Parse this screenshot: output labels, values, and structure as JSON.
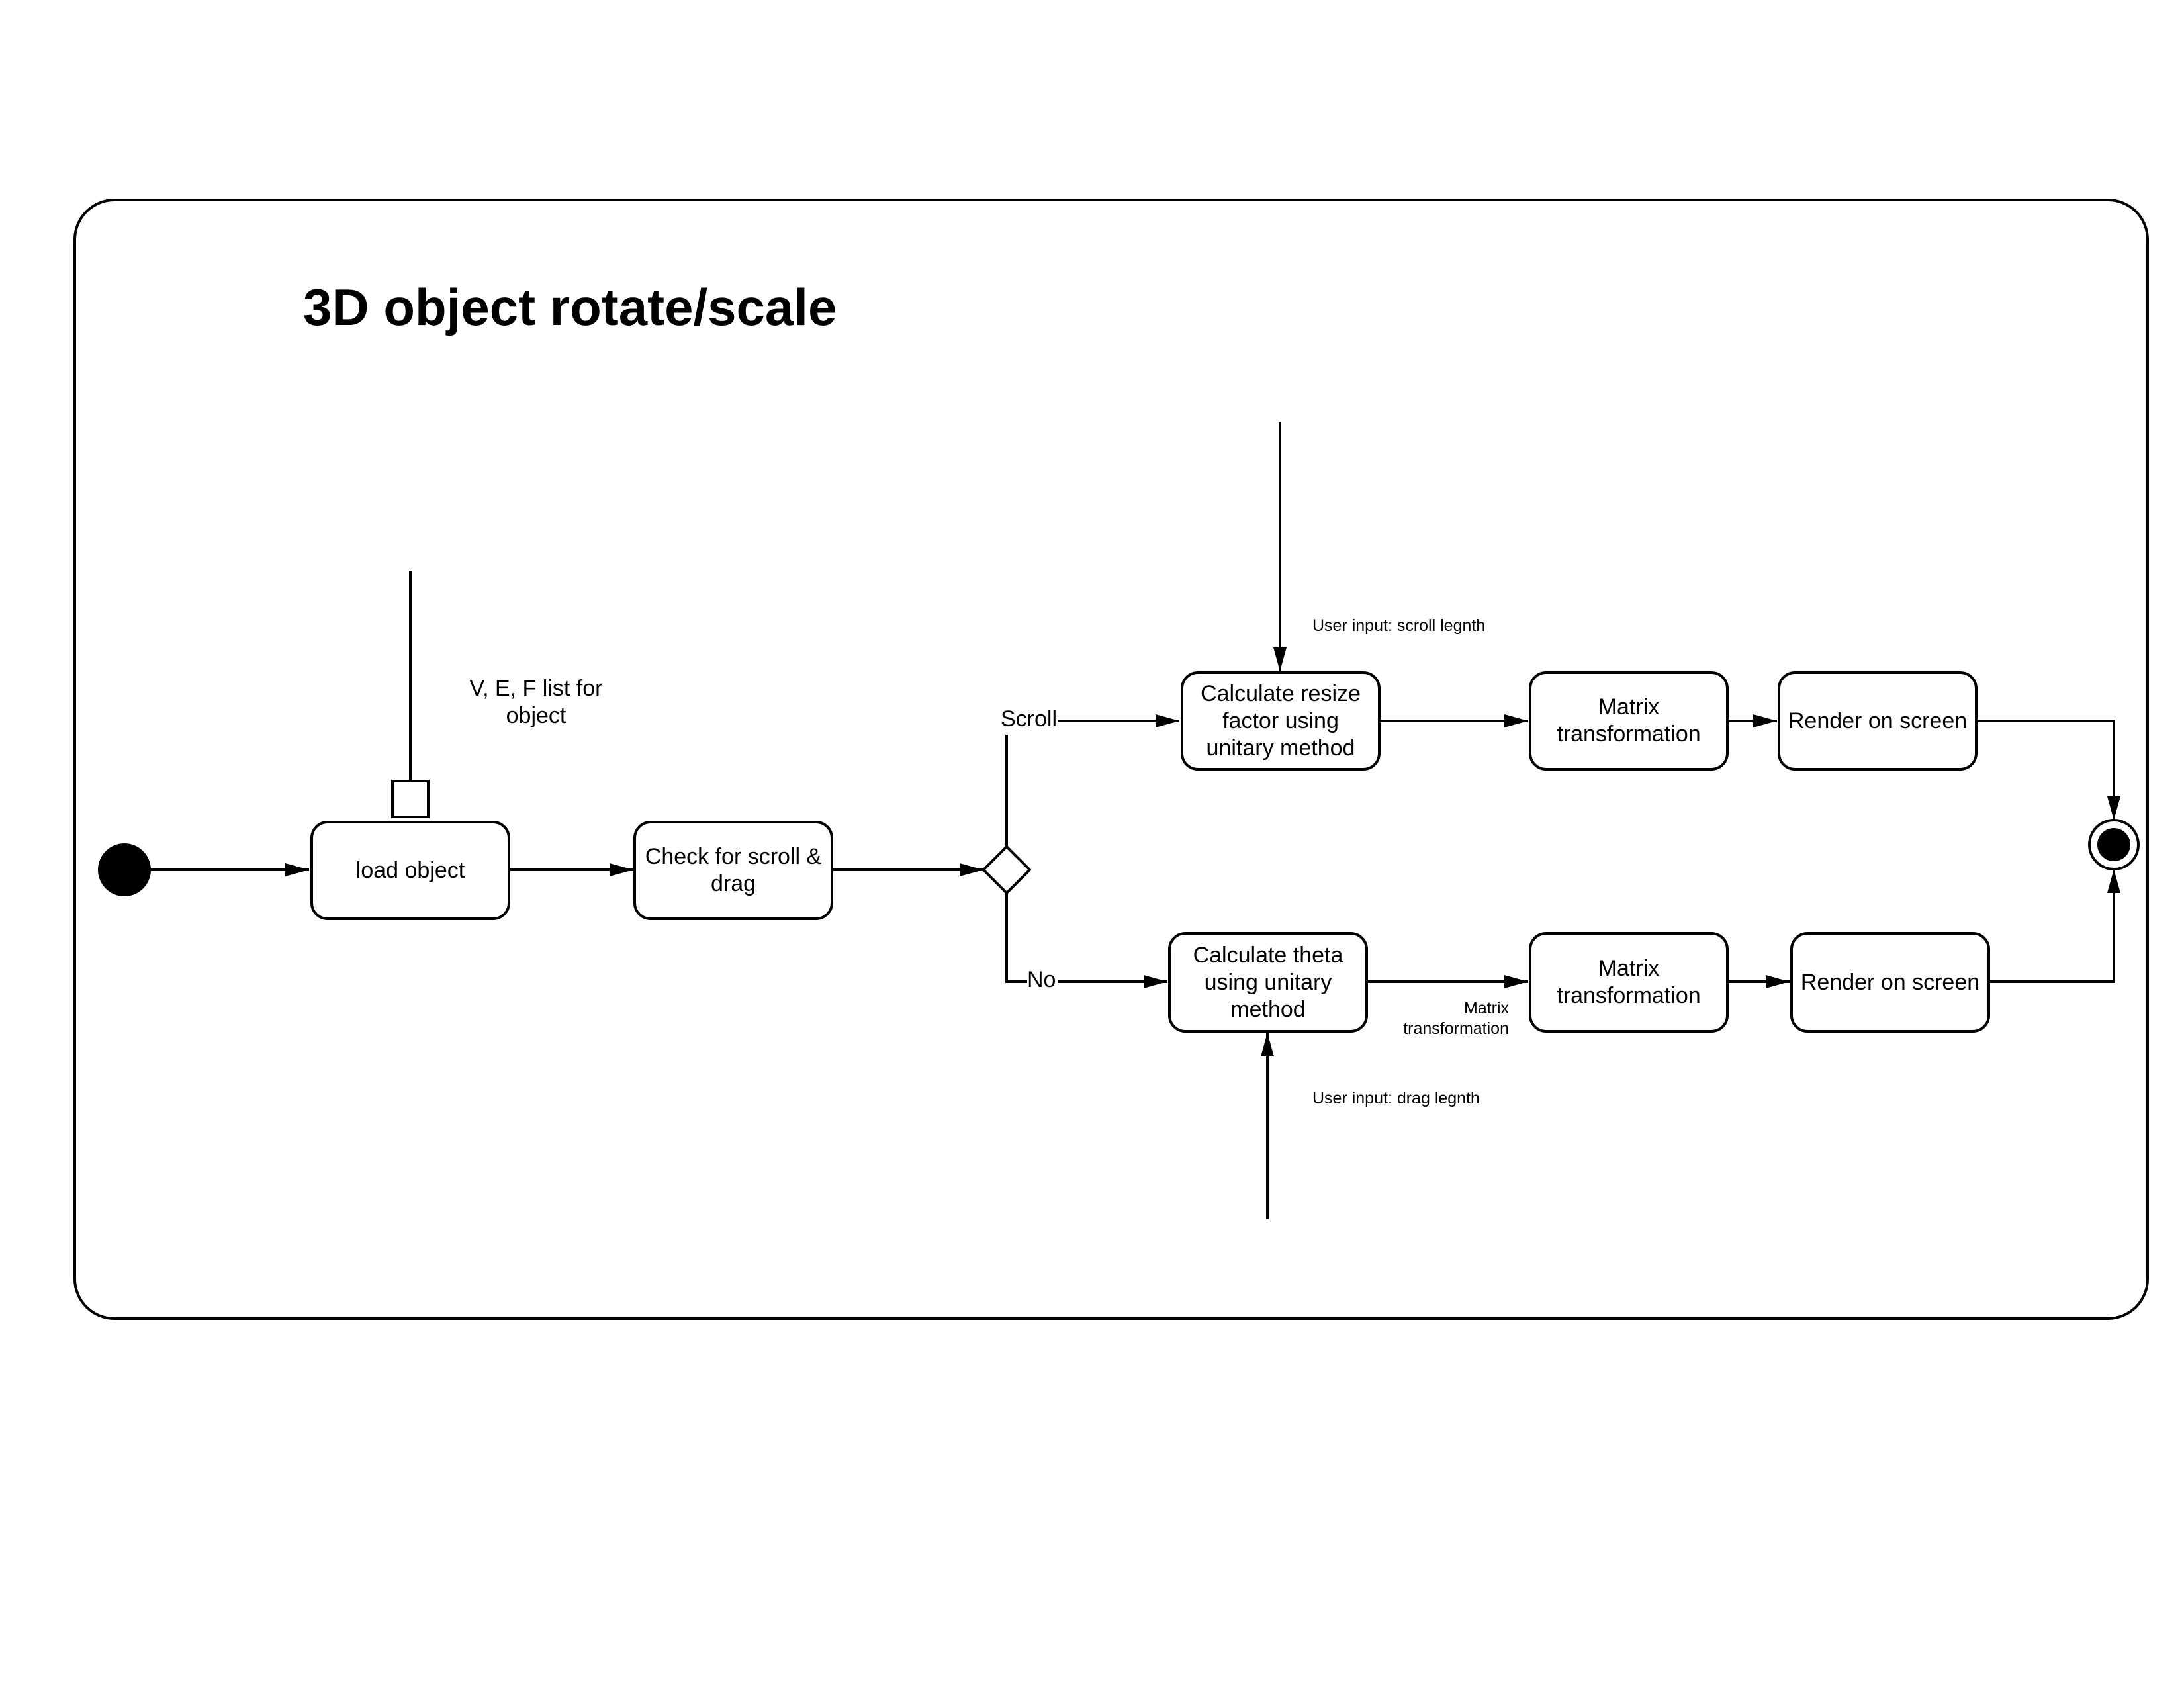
{
  "title": "3D object rotate/scale",
  "nodes": {
    "load_object": "load object",
    "check_scroll_drag": "Check for scroll & drag",
    "calc_resize": "Calculate resize factor using unitary method",
    "matrix_top": "Matrix transformation",
    "render_top": "Render on screen",
    "calc_theta": "Calculate theta using unitary method",
    "matrix_bottom": "Matrix transformation",
    "render_bottom": "Render on screen"
  },
  "labels": {
    "pin_note": "V, E, F list for object",
    "branch_scroll": "Scroll",
    "branch_no": "No",
    "scroll_input": "User input: scroll legnth",
    "drag_input": "User input: drag legnth",
    "edge_matrix_note": "Matrix transformation"
  },
  "colors": {
    "line": "#000000",
    "background": "#ffffff"
  }
}
